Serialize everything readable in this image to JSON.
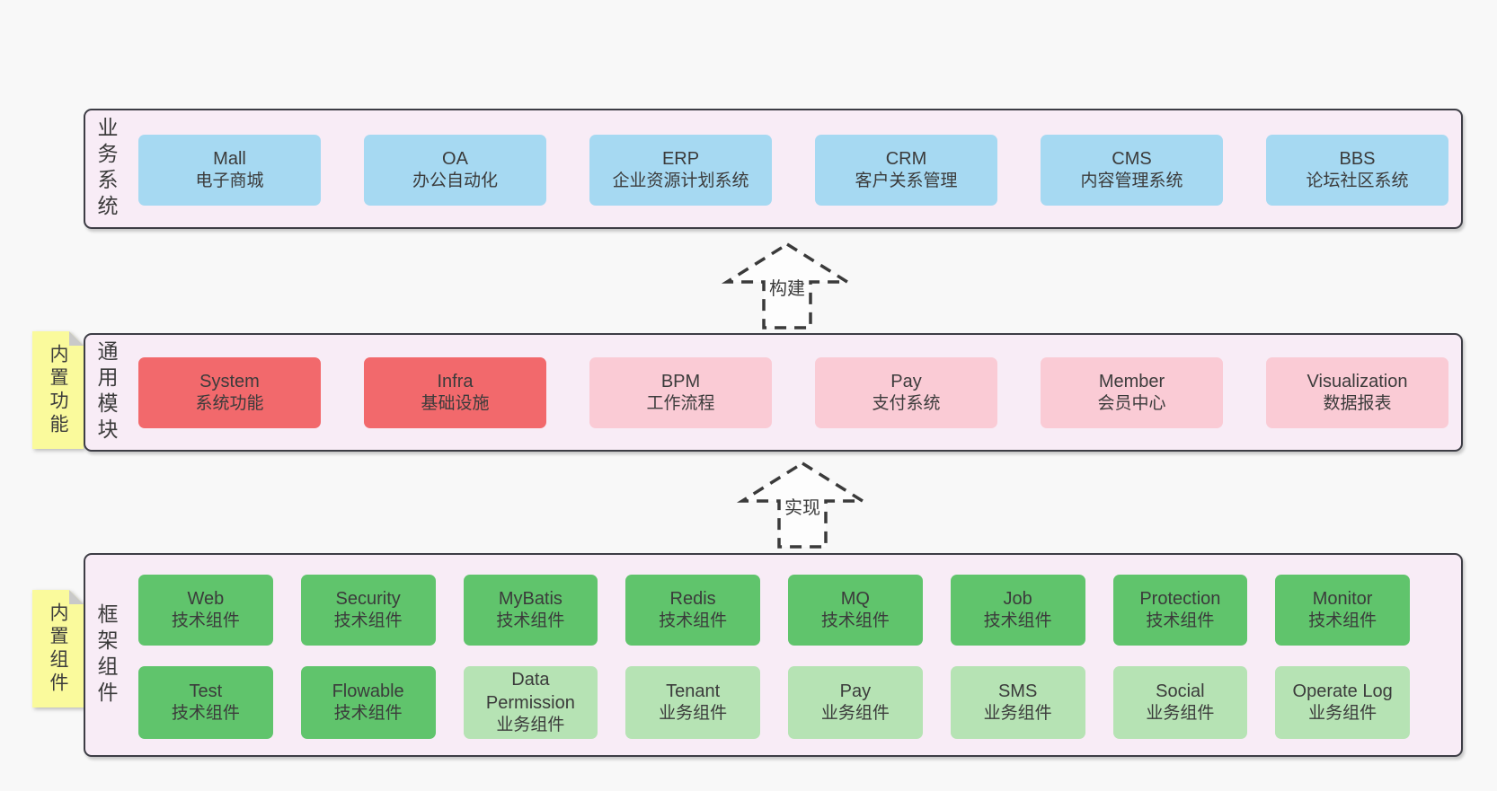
{
  "colors": {
    "pageBg": "#f8f8f8",
    "panelBg": "#f8ecf6",
    "panelBorder": "#3d3d45",
    "text": "#3b3b3b",
    "blue": "#a6d9f2",
    "red": "#f2696c",
    "pink": "#facbd5",
    "green": "#60c46c",
    "greenLight": "#b6e3b4",
    "sticky": "#fafa9c",
    "stickyFold": "#c9c9c9",
    "arrowStroke": "#3a3a3a",
    "arrowFill": "#fdfdfd"
  },
  "arrows": {
    "build": "构建",
    "implement": "实现"
  },
  "layers": {
    "business": {
      "label": "业务系统",
      "boxes": [
        {
          "en": "Mall",
          "zh": "电子商城"
        },
        {
          "en": "OA",
          "zh": "办公自动化"
        },
        {
          "en": "ERP",
          "zh": "企业资源计划系统"
        },
        {
          "en": "CRM",
          "zh": "客户关系管理"
        },
        {
          "en": "CMS",
          "zh": "内容管理系统"
        },
        {
          "en": "BBS",
          "zh": "论坛社区系统"
        }
      ]
    },
    "modules": {
      "label": "通用模块",
      "sticky": "内置功能",
      "boxes": [
        {
          "en": "System",
          "zh": "系统功能"
        },
        {
          "en": "Infra",
          "zh": "基础设施"
        },
        {
          "en": "BPM",
          "zh": "工作流程"
        },
        {
          "en": "Pay",
          "zh": "支付系统"
        },
        {
          "en": "Member",
          "zh": "会员中心"
        },
        {
          "en": "Visualization",
          "zh": "数据报表"
        }
      ]
    },
    "components": {
      "label": "框架组件",
      "sticky": "内置组件",
      "row1": [
        {
          "en": "Web",
          "zh": "技术组件"
        },
        {
          "en": "Security",
          "zh": "技术组件"
        },
        {
          "en": "MyBatis",
          "zh": "技术组件"
        },
        {
          "en": "Redis",
          "zh": "技术组件"
        },
        {
          "en": "MQ",
          "zh": "技术组件"
        },
        {
          "en": "Job",
          "zh": "技术组件"
        },
        {
          "en": "Protection",
          "zh": "技术组件"
        },
        {
          "en": "Monitor",
          "zh": "技术组件"
        }
      ],
      "row2": [
        {
          "en": "Test",
          "zh": "技术组件"
        },
        {
          "en": "Flowable",
          "zh": "技术组件"
        },
        {
          "en": "Data Permission",
          "zh": "业务组件"
        },
        {
          "en": "Tenant",
          "zh": "业务组件"
        },
        {
          "en": "Pay",
          "zh": "业务组件"
        },
        {
          "en": "SMS",
          "zh": "业务组件"
        },
        {
          "en": "Social",
          "zh": "业务组件"
        },
        {
          "en": "Operate Log",
          "zh": "业务组件"
        }
      ]
    }
  }
}
